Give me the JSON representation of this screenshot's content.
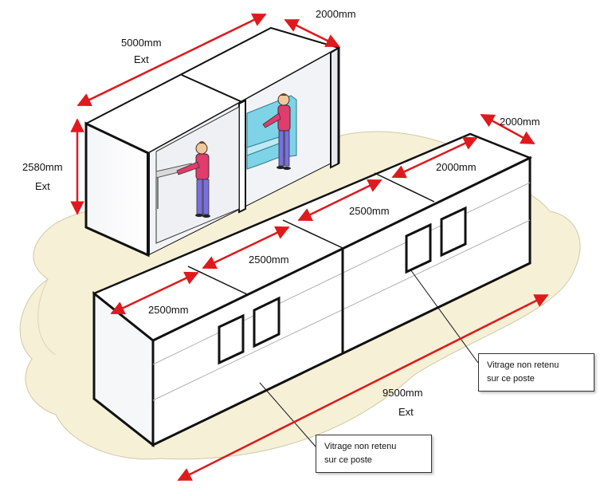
{
  "dimensions": {
    "booth_length": "5000mm",
    "booth_length_note": "Ext",
    "booth_depth": "2000mm",
    "booth_height": "2580mm",
    "booth_height_note": "Ext",
    "line_depth": "2000mm",
    "module_1": "2000mm",
    "module_2": "2500mm",
    "module_3": "2500mm",
    "module_4": "2500mm",
    "line_length": "9500mm",
    "line_length_note": "Ext"
  },
  "callouts": [
    {
      "line1": "Vitrage non retenu",
      "line2": "sur ce poste"
    },
    {
      "line1": "Vitrage non retenu",
      "line2": "sur ce poste"
    }
  ],
  "colors": {
    "floor": "#f5f0d6",
    "wall": "#ffffff",
    "edge": "#111111",
    "dimension_arrow": "#e0191c",
    "worker_shirt": "#e23b6e",
    "worker_pants": "#7a6fe0",
    "booth_panel": "#7fd3e6"
  }
}
